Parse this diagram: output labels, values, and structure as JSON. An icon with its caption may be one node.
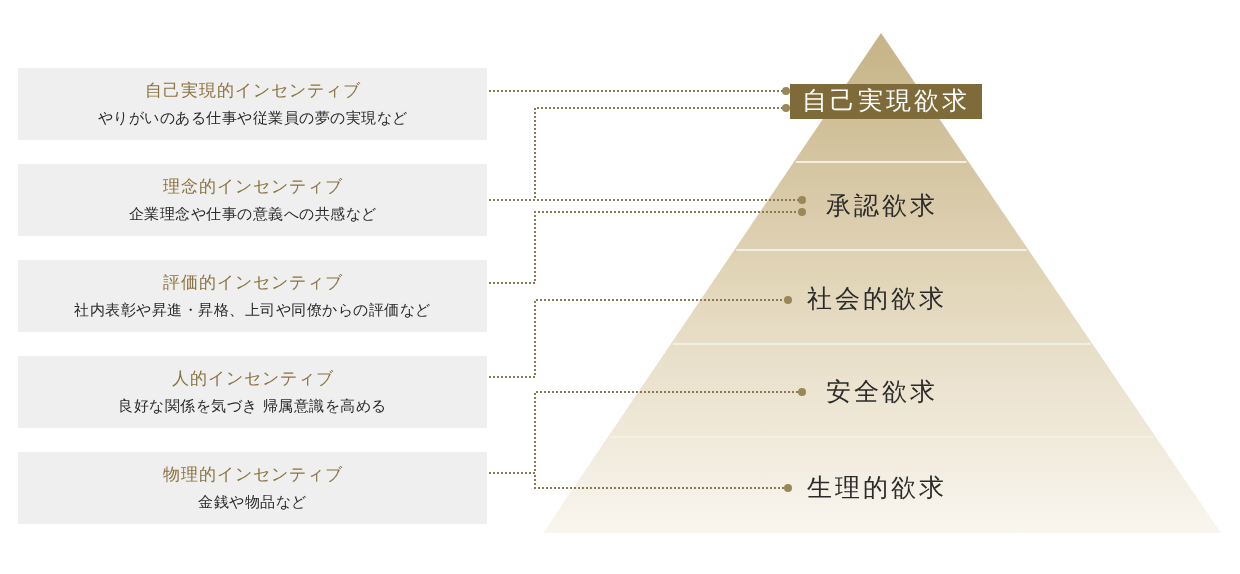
{
  "diagram": {
    "nodes": [
      {
        "text": [
          "自己実現的インセンティブ",
          "やりがいのある仕事や従業員の夢の実現など"
        ]
      },
      {
        "text": [
          "理念的インセンティブ",
          "企業理念や仕事の意義への共感など"
        ]
      },
      {
        "text": [
          "評価的インセンティブ",
          "社内表彰や昇進・昇格、上司や同僚からの評価など"
        ]
      },
      {
        "text": [
          "人的インセンティブ",
          "良好な関係を気づき 帰属意識を高める"
        ]
      },
      {
        "text": [
          "物理的インセンティブ",
          "金銭や物品など"
        ]
      },
      {
        "text": [
          "自己実現欲求"
        ]
      },
      {
        "text": [
          "承認欲求"
        ]
      },
      {
        "text": [
          "社会的欲求"
        ]
      },
      {
        "text": [
          "安全欲求"
        ]
      },
      {
        "text": [
          "生理的欲求"
        ]
      }
    ],
    "edges": [
      {
        "from": 0,
        "to": 5,
        "arrow": "other",
        "style": "dashed"
      },
      {
        "from": 1,
        "to": 5,
        "arrow": "other",
        "style": "dashed"
      },
      {
        "from": 1,
        "to": 6,
        "arrow": "other",
        "style": "dashed"
      },
      {
        "from": 2,
        "to": 6,
        "arrow": "other",
        "style": "dashed"
      },
      {
        "from": 3,
        "to": 7,
        "arrow": "other",
        "style": "dashed"
      },
      {
        "from": 4,
        "to": 8,
        "arrow": "other",
        "style": "dashed"
      },
      {
        "from": 4,
        "to": 9,
        "arrow": "other",
        "style": "dashed"
      }
    ]
  }
}
